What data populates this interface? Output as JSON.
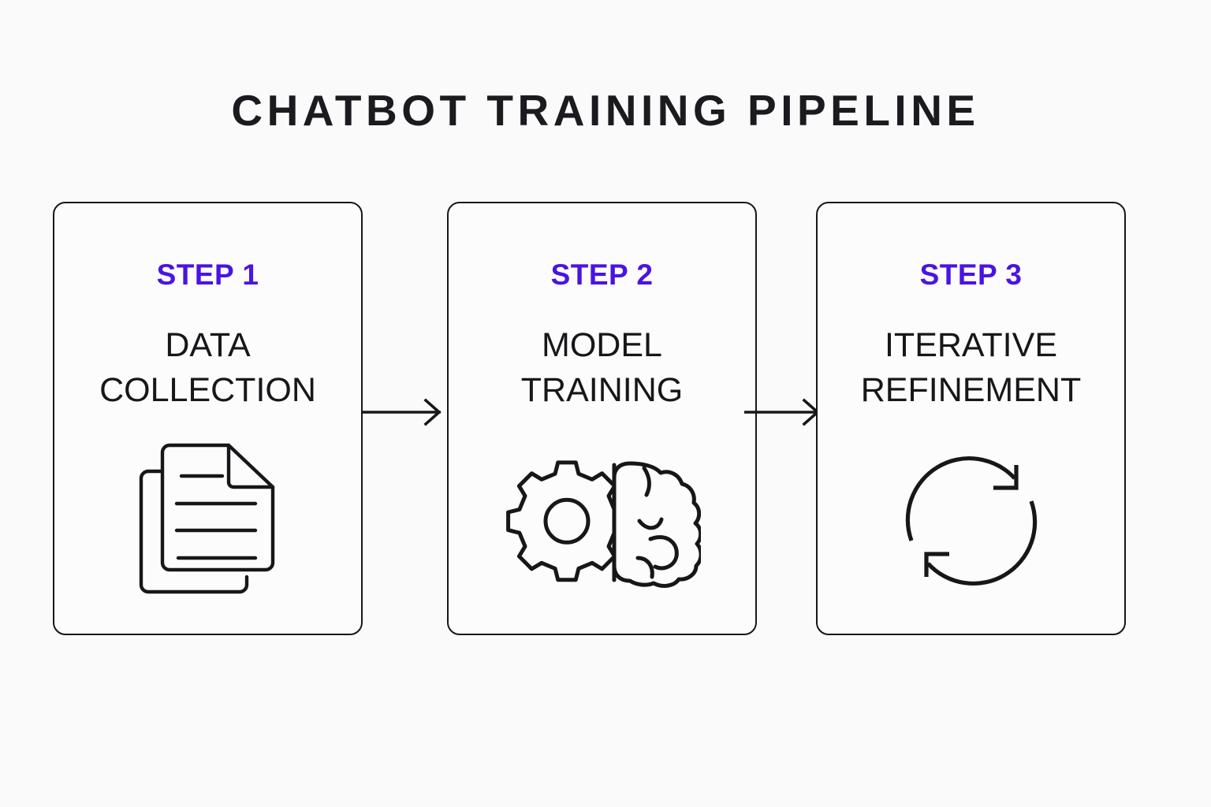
{
  "page": {
    "title": "CHATBOT TRAINING PIPELINE",
    "background_color": "#fafafb",
    "accent_color": "#4a14e0",
    "text_color": "#17171a",
    "stroke_color": "#17171a"
  },
  "diagram": {
    "type": "horizontal-process-flow",
    "step_count": 3,
    "steps": [
      {
        "step_label": "STEP 1",
        "title_line_1": "DATA",
        "title_line_2": "COLLECTION",
        "icon": "documents-icon"
      },
      {
        "step_label": "STEP 2",
        "title_line_1": "MODEL",
        "title_line_2": "TRAINING",
        "icon": "gear-brain-icon"
      },
      {
        "step_label": "STEP 3",
        "title_line_1": "ITERATIVE",
        "title_line_2": "REFINEMENT",
        "icon": "circular-arrows-icon"
      }
    ],
    "connectors": [
      {
        "from": "STEP 1",
        "to": "STEP 2",
        "icon": "arrow-right-icon"
      },
      {
        "from": "STEP 2",
        "to": "STEP 3",
        "icon": "arrow-right-icon"
      }
    ]
  }
}
